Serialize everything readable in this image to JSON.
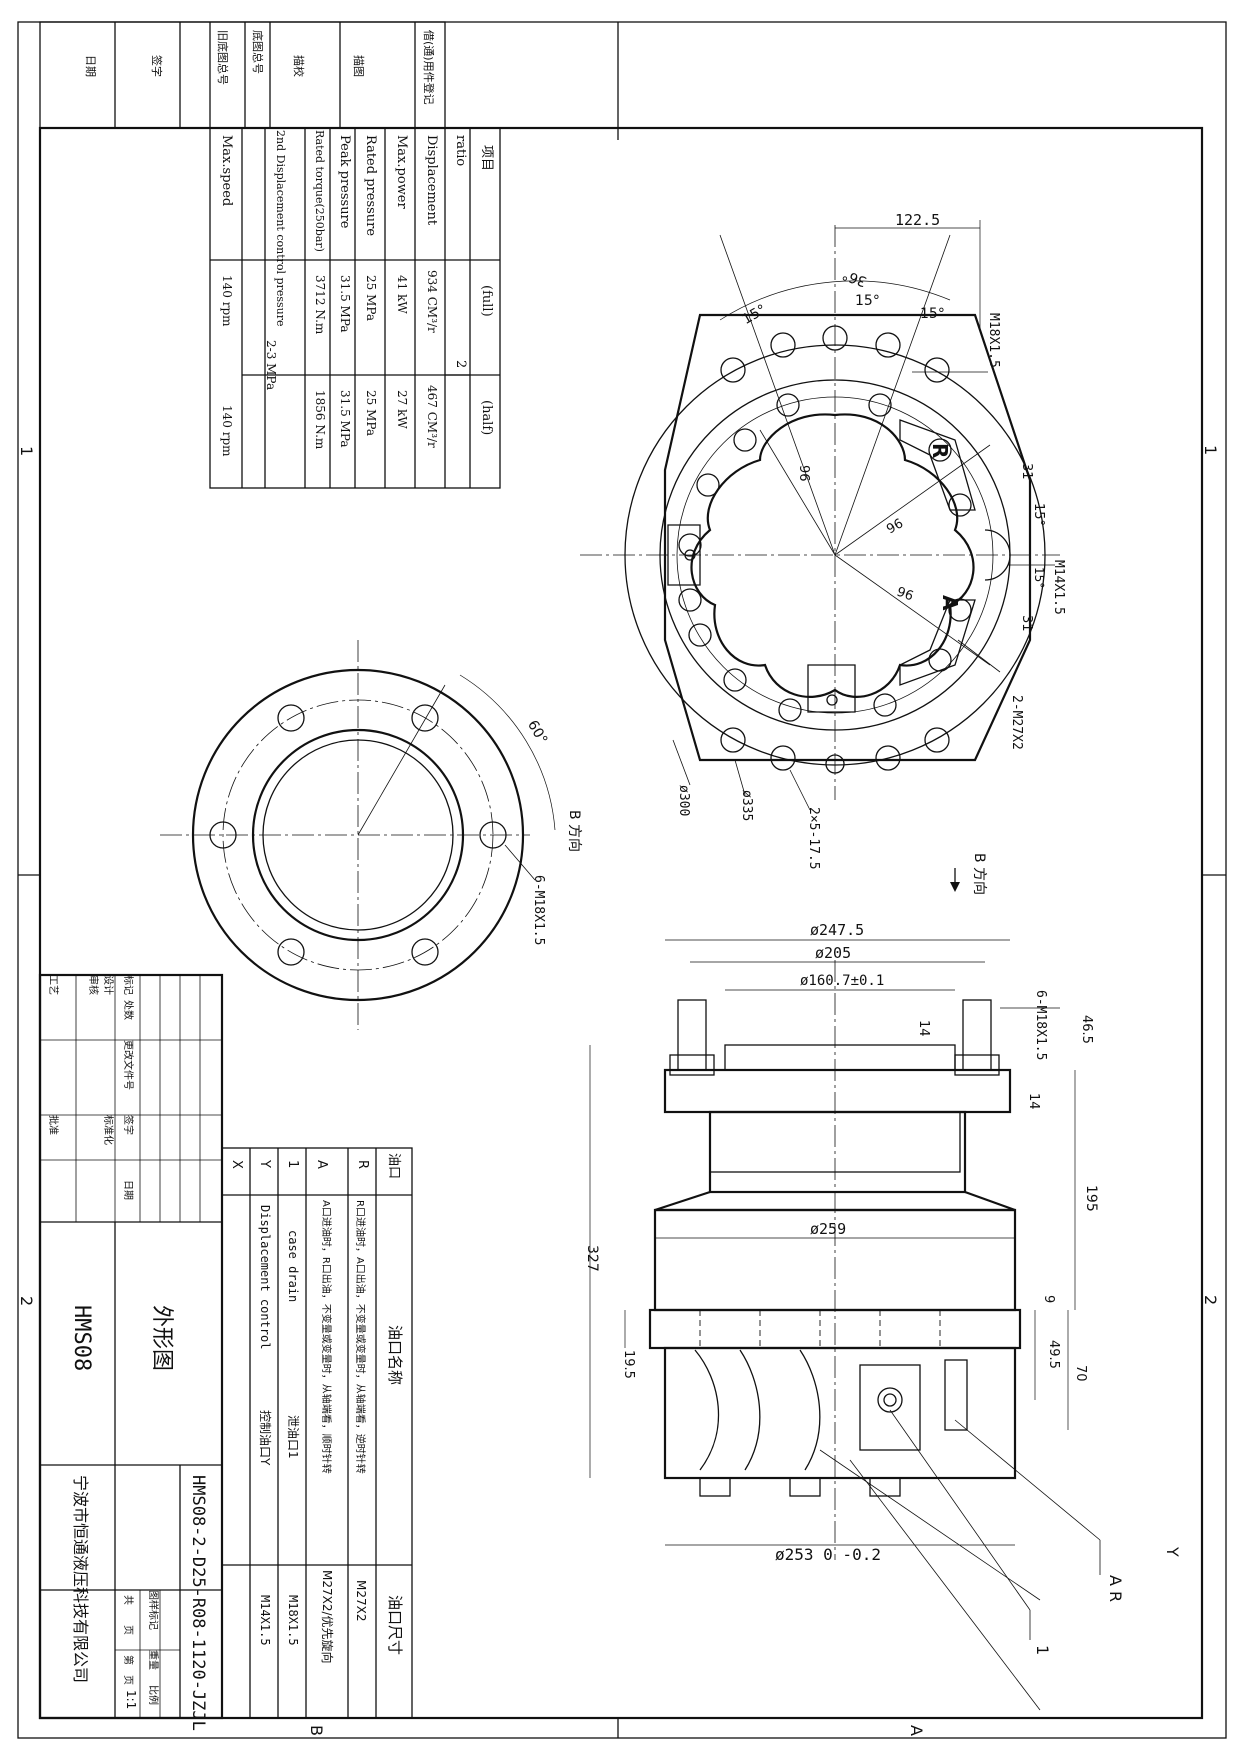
{
  "title_block_top": {
    "labels": [
      "旧底图总号",
      "底图总号",
      "描校",
      "描图",
      "借(通)用件登记",
      "签字",
      "日期"
    ]
  },
  "spec_table": {
    "headers": {
      "item": "项目",
      "full": "(full)",
      "half": "(half)"
    },
    "rows": [
      {
        "item": "ratio",
        "merged": "2"
      },
      {
        "item": "Displacement",
        "full": "934 CM³/r",
        "half": "467 CM³/r"
      },
      {
        "item": "Max.power",
        "full": "41 kW",
        "half": "27 kW"
      },
      {
        "item": "Rated pressure",
        "full": "25 MPa",
        "half": "25 MPa"
      },
      {
        "item": "Peak pressure",
        "full": "31.5 MPa",
        "half": "31.5 MPa"
      },
      {
        "item": "Rated torque(250bar)",
        "full": "3712 N.m",
        "half": "1856 N.m"
      },
      {
        "item": "2nd Displacement control pressure",
        "merged": "2-3 MPa"
      },
      {
        "item": "Max.speed",
        "full": "140 rpm",
        "half": "140 rpm"
      }
    ]
  },
  "port_table": {
    "headers": {
      "port": "油口",
      "name": "油口名称",
      "size": "油口尺寸"
    },
    "rows": [
      {
        "port": "R",
        "name": "R口进油时，A口出油，不变量或变量时，从轴端看，逆时针转",
        "size": "M27X2"
      },
      {
        "port": "A",
        "name": "A口进油时，R口出油，不变量或变量时，从轴端看，顺时针转",
        "size": "M27X2/优先旋向"
      },
      {
        "port": "1",
        "name": "case drain",
        "name_cn": "泄油口1",
        "size": "M18X1.5"
      },
      {
        "port": "Y",
        "name": "Displacement control",
        "name_cn": "控制油口Y",
        "size": "M14X1.5"
      },
      {
        "port": "X",
        "name": "",
        "size": ""
      }
    ]
  },
  "title_block": {
    "drawing_name": "外形图",
    "product": "HMS08",
    "drawing_number": "HMS08-2-D25-R08-1120-JZJL",
    "company": "宁波市恒通液压科技有限公司",
    "scale": "1:1",
    "labels": [
      "标记",
      "处数",
      "更改文件号",
      "签字",
      "日期",
      "设计",
      "审核",
      "工艺",
      "标准化",
      "批准",
      "图样标记",
      "重量",
      "比例",
      "共",
      "页",
      "第",
      "页"
    ]
  },
  "dimensions": {
    "top_view": [
      "122.5",
      "36°",
      "15°",
      "15°",
      "15°",
      "M18X1.5",
      "31",
      "15°",
      "15°",
      "M14X1.5",
      "31",
      "96",
      "96",
      "96",
      "2-M27X2",
      "ø300",
      "ø335",
      "2×5-17.5"
    ],
    "side_view": [
      "ø247.5",
      "ø205",
      "ø160.7±0.1",
      "6-M18X1.5",
      "46.5",
      "14",
      "14",
      "195",
      "ø259",
      "327",
      "9",
      "49.5",
      "70",
      "19.5",
      "ø253 0 -0.2"
    ],
    "flange_view": [
      "60°",
      "6-M18X1.5"
    ],
    "direction": "B 方向",
    "port_labels": [
      "R",
      "A",
      "1",
      "Y",
      "A R"
    ]
  },
  "zone_marks": {
    "left": [
      "1",
      "2"
    ],
    "right": [
      "1",
      "2"
    ],
    "bottom": [
      "B",
      "A"
    ]
  }
}
